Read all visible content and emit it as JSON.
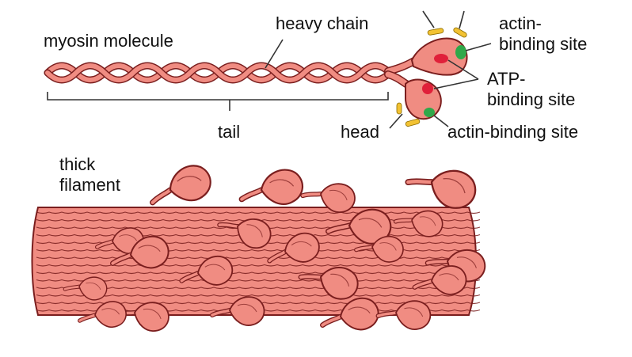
{
  "labels": {
    "myosin_molecule": "myosin molecule",
    "heavy_chain": "heavy chain",
    "actin_binding_site_top_1": "actin-",
    "actin_binding_site_top_2": "binding site",
    "atp_binding_site_1": "ATP-",
    "atp_binding_site_2": "binding site",
    "tail": "tail",
    "head": "head",
    "actin_binding_site_bottom": "actin-binding site",
    "thick_filament_1": "thick",
    "thick_filament_2": "filament"
  },
  "colors": {
    "myosin_fill": "#F08C82",
    "myosin_stroke": "#7A1E1E",
    "light_chain": "#F2C233",
    "actin_site": "#2FA84A",
    "atp_site": "#E0203A",
    "label_text": "#111111",
    "leader_line": "#333333"
  }
}
